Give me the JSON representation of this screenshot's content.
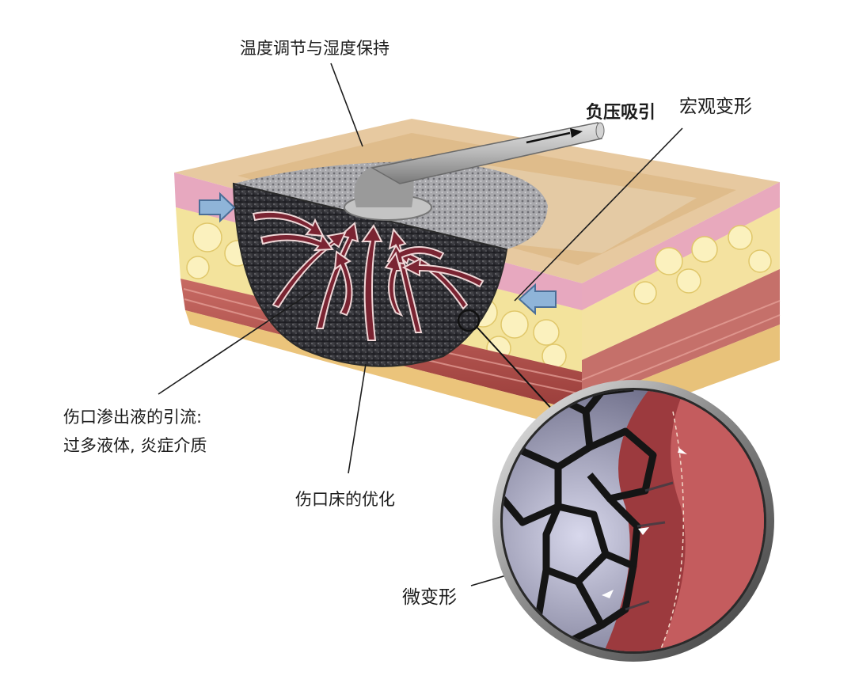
{
  "labels": {
    "temperature": "温度调节与湿度保持",
    "negative_pressure": "负压吸引",
    "macro_deformation": "宏观变形",
    "exudate_line1": "伤口渗出液的引流:",
    "exudate_line2": "过多液体, 炎症介质",
    "wound_bed": "伤口床的优化",
    "micro_deformation": "微变形"
  }
}
